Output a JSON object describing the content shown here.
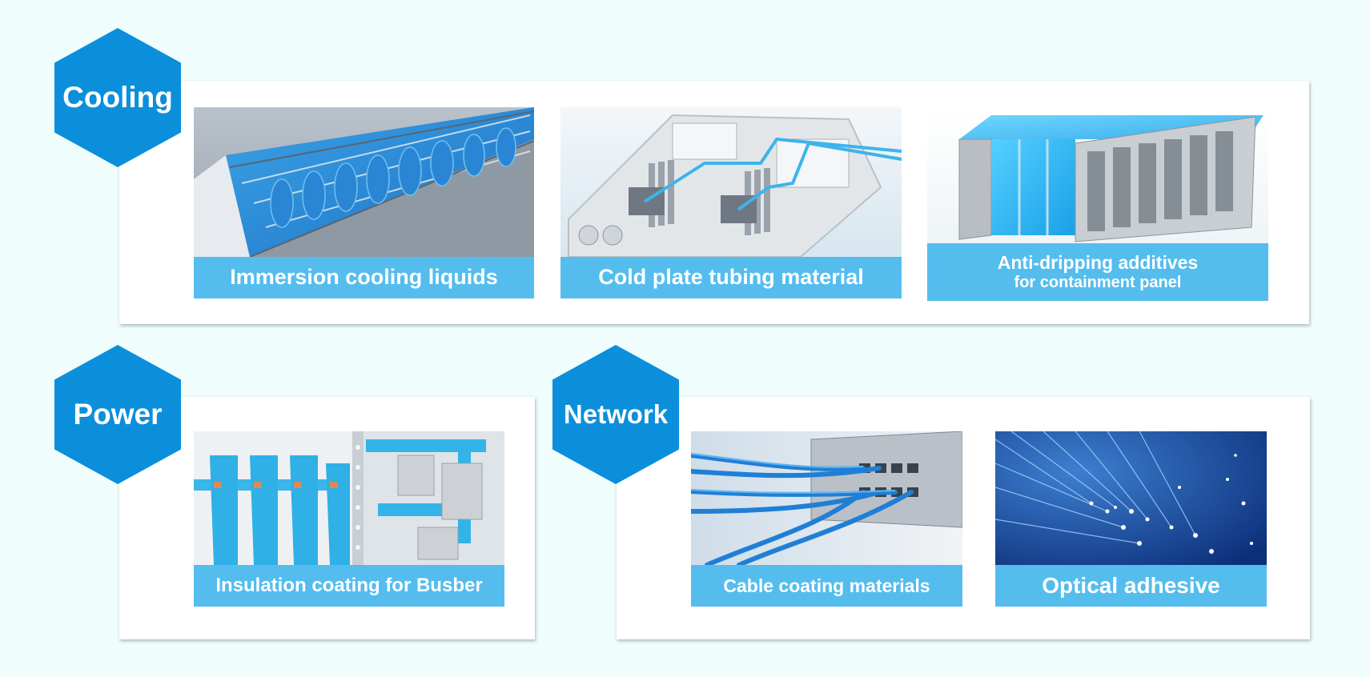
{
  "sections": {
    "cooling": {
      "title": "Cooling",
      "items": [
        {
          "caption": "Immersion cooling liquids",
          "image": "immersion-cooling-tank"
        },
        {
          "caption": "Cold plate tubing material",
          "image": "server-board-cold-plate"
        },
        {
          "caption_line1": "Anti-dripping additives",
          "caption_line2": "for containment panel",
          "image": "server-rack-containment"
        }
      ]
    },
    "power": {
      "title": "Power",
      "items": [
        {
          "caption": "Insulation coating for Busber",
          "image": "busbar-panel"
        }
      ]
    },
    "network": {
      "title": "Network",
      "items": [
        {
          "caption": "Cable coating materials",
          "image": "ethernet-cables-switch"
        },
        {
          "caption": "Optical adhesive",
          "image": "optical-fibers"
        }
      ]
    }
  },
  "colors": {
    "background": "#effdfd",
    "hex_blue": "#0b8fdb",
    "caption_blue": "#54bdee",
    "panel": "#ffffff"
  }
}
